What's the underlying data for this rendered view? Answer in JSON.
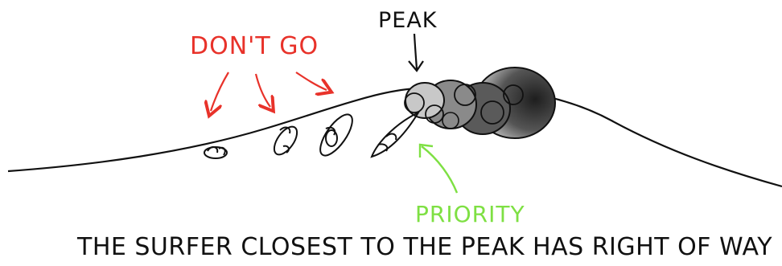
{
  "labels": {
    "dont_go": "DON'T GO",
    "peak": "PEAK",
    "priority": "PRIORITY",
    "caption": "THE SURFER CLOSEST TO THE PEAK HAS RIGHT OF WAY"
  },
  "colors": {
    "dont_go": "#e8322a",
    "priority": "#7ee043",
    "ink": "#111111",
    "foam_dark": "#2b2b2b",
    "foam_light": "#cfcfcf"
  }
}
